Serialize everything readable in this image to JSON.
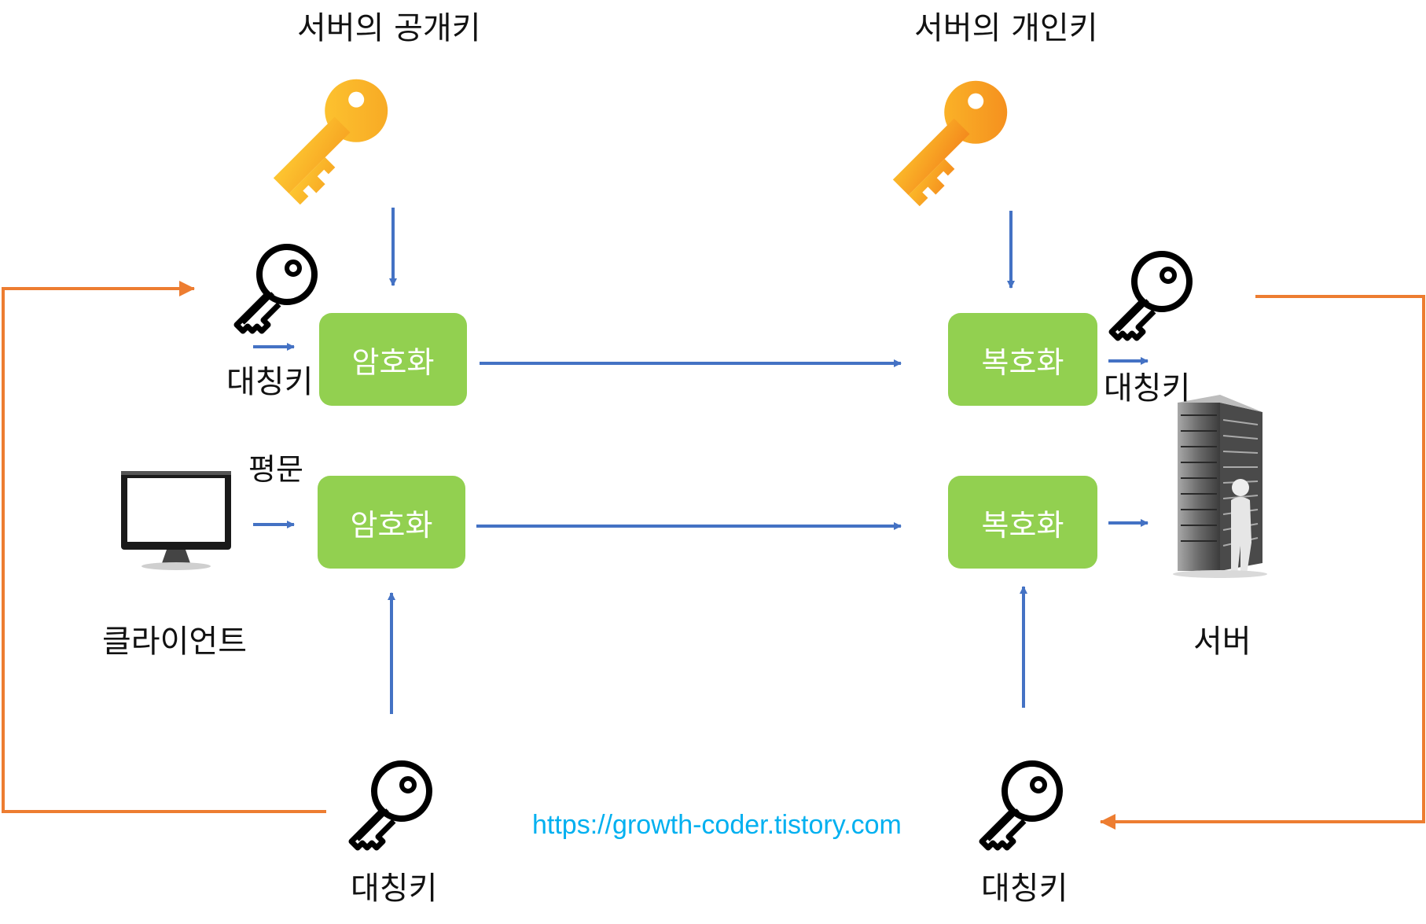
{
  "labels": {
    "server_public_key": "서버의 공개키",
    "server_private_key": "서버의 개인키",
    "symmetric_key_top_left": "대칭키",
    "symmetric_key_top_right": "대칭키",
    "symmetric_key_bottom_left": "대칭키",
    "symmetric_key_bottom_right": "대칭키",
    "plaintext": "평문",
    "client": "클라이언트",
    "server": "서버"
  },
  "boxes": {
    "encrypt_top": "암호화",
    "encrypt_bottom": "암호화",
    "decrypt_top": "복호화",
    "decrypt_bottom": "복호화"
  },
  "watermark": "https://growth-coder.tistory.com",
  "colors": {
    "box_fill": "#92d050",
    "arrow_blue": "#4472c4",
    "line_orange": "#ed7d31",
    "key_gold": "#fbb829",
    "url_text": "#00b0f0"
  },
  "icons": {
    "public_key": "gold-key-icon",
    "private_key": "gold-key-icon",
    "symmetric_key": "outline-key-icon",
    "client": "monitor-icon",
    "server": "server-rack-icon"
  }
}
